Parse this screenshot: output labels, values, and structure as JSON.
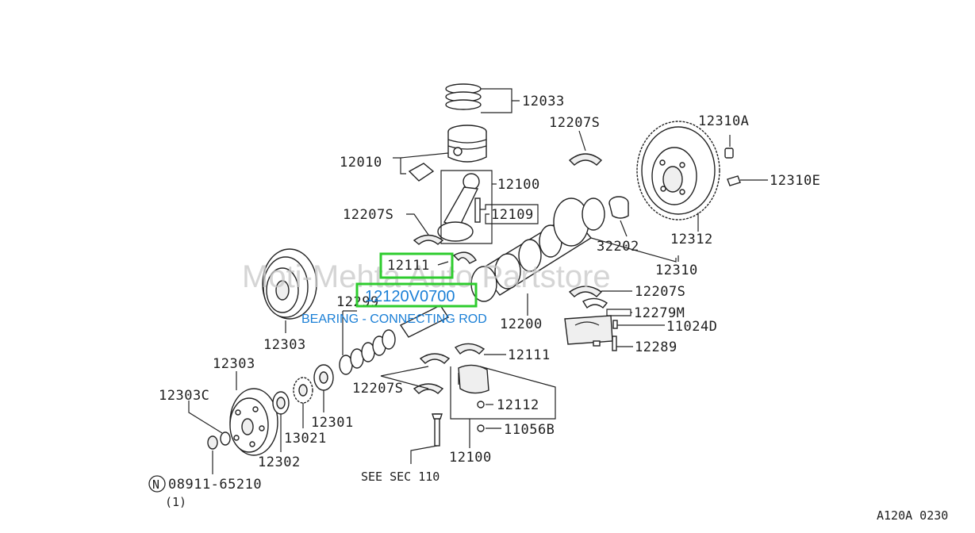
{
  "watermark": "Moti-Mehta  Auto Partstore",
  "diagram_code": "A120A 0230",
  "highlight": {
    "part_code": "12120V0700",
    "part_name": "BEARING - CONNECTING ROD",
    "color": "#2ecc2e",
    "text_color": "#1a7fd6"
  },
  "labels": {
    "p12033": "12033",
    "p12010": "12010",
    "p12100_top": "12100",
    "p12109": "12109",
    "p12207s_top": "12207S",
    "p12207s_left": "12207S",
    "p12310a": "12310A",
    "p12310e": "12310E",
    "p32202": "32202",
    "p12312": "12312",
    "p12310": "12310",
    "p12111_top": "12111",
    "p12299": "12299",
    "p12200": "12200",
    "p12207s_right": "12207S",
    "p12279m": "12279M",
    "p11024d": "11024D",
    "p12289": "12289",
    "p12111_bottom": "12111",
    "p12207s_bottom": "12207S",
    "p12112": "12112",
    "p11056b": "11056B",
    "p12100_bottom": "12100",
    "see_sec": "SEE SEC 110",
    "p12303_right": "12303",
    "p12303_left": "12303",
    "p12303c": "12303C",
    "p12301": "12301",
    "p13021": "13021",
    "p12302": "12302",
    "n_marker": "N",
    "p08911": "08911-65210",
    "qty": "(1)"
  }
}
